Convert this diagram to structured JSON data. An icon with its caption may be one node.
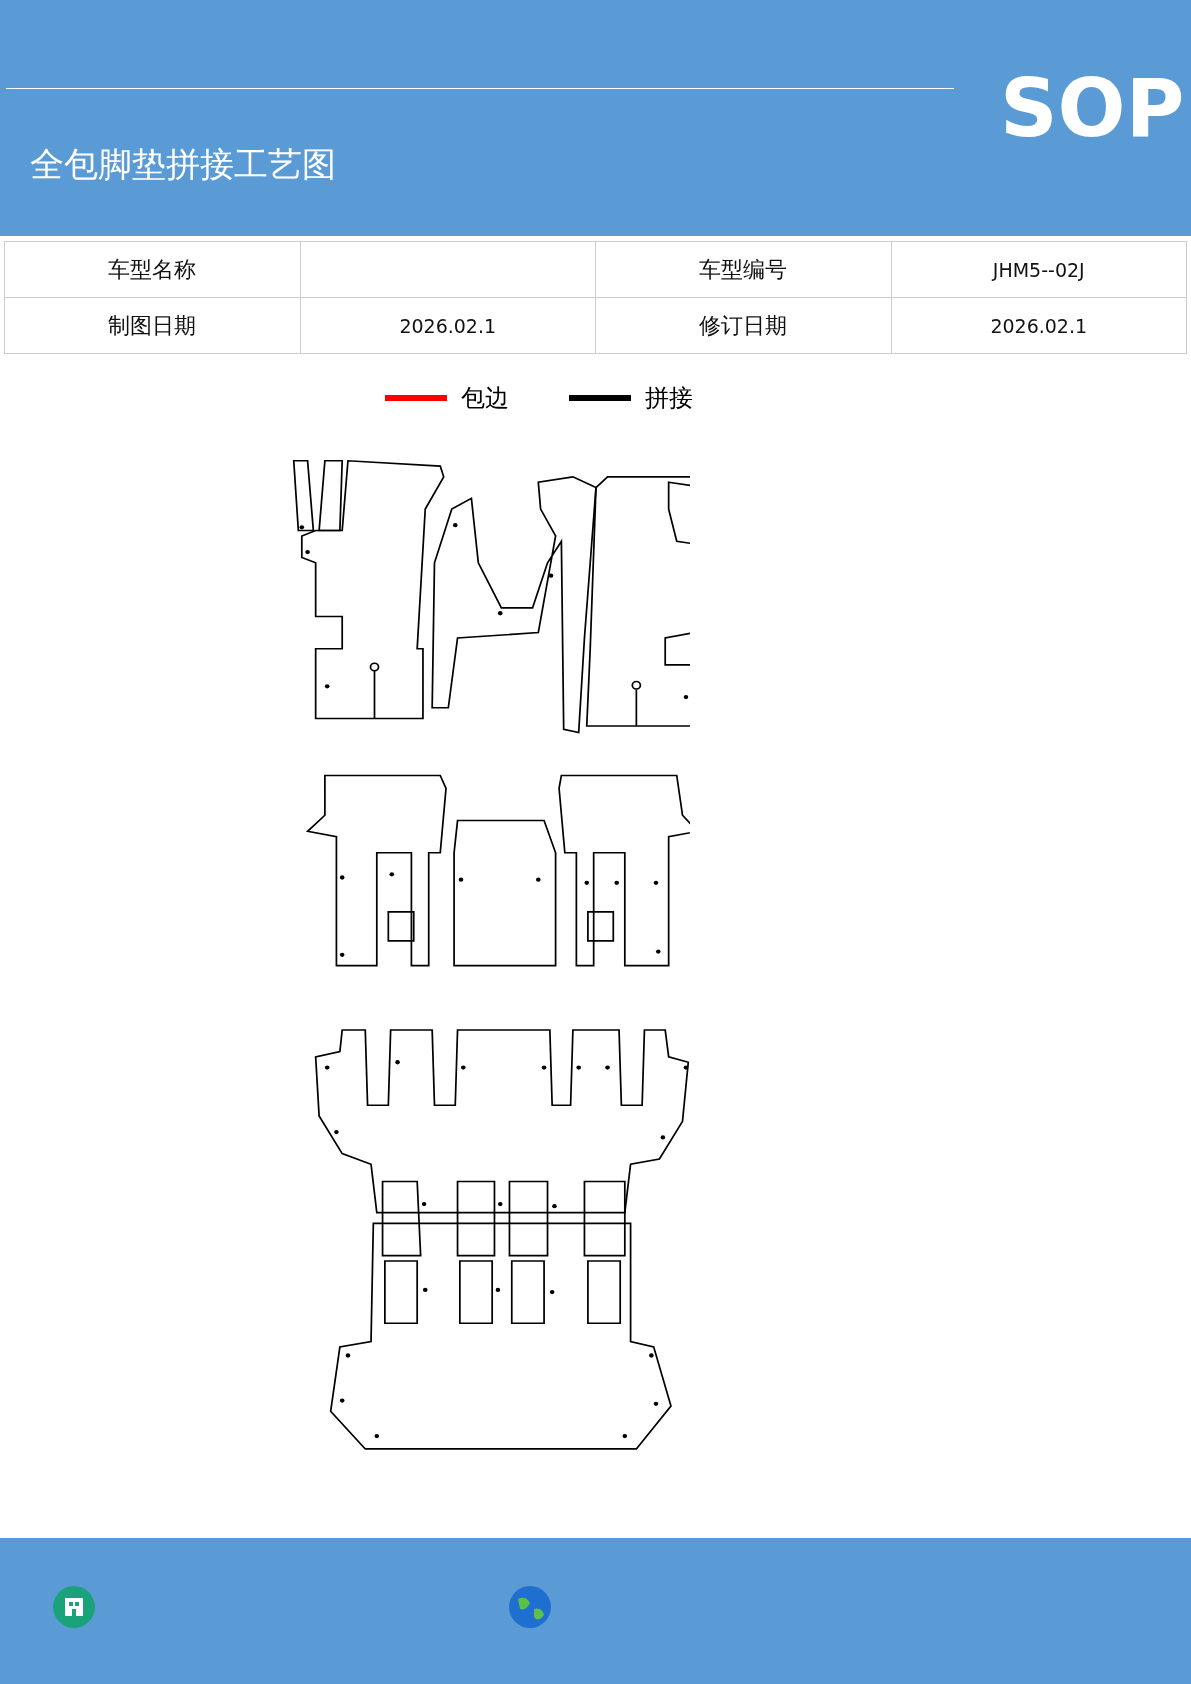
{
  "diagram": {
    "title": "全包脚垫拼接工艺图",
    "labels": [
      "SOP",
      "车型名称",
      "车型编号",
      "JHM5--02J",
      "制图日期",
      "2026.02.1",
      "修订日期",
      "2026.02.1"
    ],
    "legend": [
      {
        "text": "包边",
        "color": "#ff0000"
      },
      {
        "text": "拼接",
        "color": "#000000"
      }
    ]
  }
}
